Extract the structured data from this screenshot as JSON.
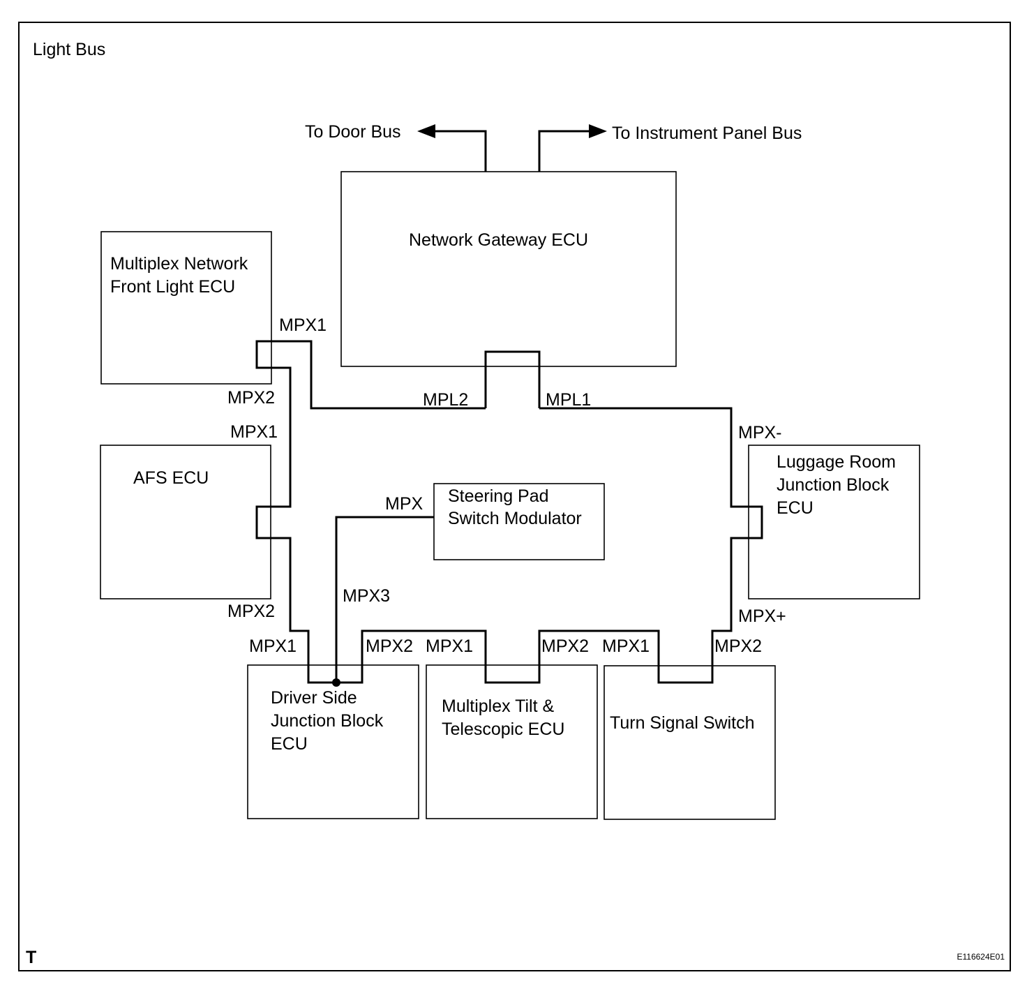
{
  "title": "Light Bus",
  "corner_mark": "T",
  "figure_code": "E116624E01",
  "external": {
    "door_bus": "To Door Bus",
    "instrument_panel_bus": "To Instrument Panel Bus"
  },
  "ecus": {
    "gateway": [
      "Network Gateway ECU"
    ],
    "front_light": [
      "Multiplex Network",
      "Front Light ECU"
    ],
    "afs": [
      "AFS ECU"
    ],
    "steering_pad": [
      "Steering Pad",
      "Switch Modulator"
    ],
    "luggage": [
      "Luggage Room",
      "Junction Block",
      "ECU"
    ],
    "driver_side": [
      "Driver Side",
      "Junction Block",
      "ECU"
    ],
    "tilt": [
      "Multiplex Tilt &",
      "Telescopic ECU"
    ],
    "turn_signal": [
      "Turn Signal Switch"
    ]
  },
  "pins": {
    "front_light_mpx1": "MPX1",
    "front_light_mpx2": "MPX2",
    "afs_mpx1": "MPX1",
    "afs_mpx2": "MPX2",
    "gateway_mpl2": "MPL2",
    "gateway_mpl1": "MPL1",
    "luggage_minus": "MPX-",
    "luggage_plus": "MPX+",
    "steering_mpx": "MPX",
    "driver_mpx3": "MPX3",
    "driver_mpx1": "MPX1",
    "driver_mpx2": "MPX2",
    "tilt_mpx1": "MPX1",
    "tilt_mpx2": "MPX2",
    "turn_mpx1": "MPX1",
    "turn_mpx2": "MPX2"
  }
}
